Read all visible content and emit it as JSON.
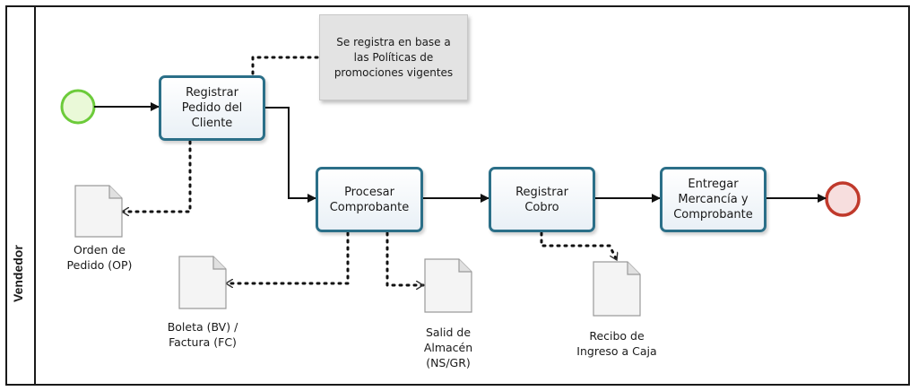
{
  "lane": {
    "label": "Vendedor"
  },
  "tasks": {
    "registrar_pedido": "Registrar\nPedido del\nCliente",
    "procesar_comprobante": "Procesar\nComprobante",
    "registrar_cobro": "Registrar\nCobro",
    "entregar_mercancia": "Entregar\nMercancía y\nComprobante"
  },
  "annotation": {
    "text": "Se registra en base a\nlas Políticas de\npromociones vigentes"
  },
  "documents": {
    "orden_pedido": "Orden de\nPedido (OP)",
    "boleta_factura": "Boleta (BV) /\nFactura (FC)",
    "salida_almacen": "Salid de\nAlmacén\n(NS/GR)",
    "recibo_caja": "Recibo de\nIngreso a Caja"
  },
  "colors": {
    "start_event": "#6ccb3a",
    "end_event": "#c0392b",
    "task_border": "#2b6f88",
    "annotation_fill": "#e3e3e3"
  }
}
